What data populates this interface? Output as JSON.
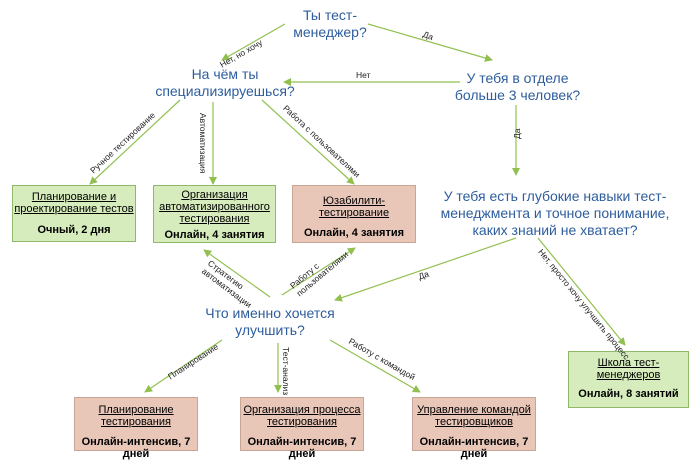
{
  "questions": {
    "q1": "Ты тест-\nменеджер?",
    "q2": "На чём ты\nспециализируешься?",
    "q3": "У тебя в отделе\nбольше 3 человек?",
    "q4": "У тебя есть глубокие навыки тест-\nменеджмента и точное понимание,\nкаких знаний не хватает?",
    "q5": "Что именно хочется\nулучшить?"
  },
  "boxes": {
    "planning": {
      "title": "Планирование и\nпроектирование тестов",
      "meta": "Очный, 2 дня"
    },
    "automation": {
      "title": "Организация\nавтоматизированного\nтестирования",
      "meta": "Онлайн, 4 занятия"
    },
    "usability": {
      "title": "Юзабилити-\nтестирование",
      "meta": "Онлайн, 4 занятия"
    },
    "school": {
      "title": "Школа тест-\nменеджеров",
      "meta": "Онлайн, 8 занятий"
    },
    "planning_intensive": {
      "title": "Планирование\nтестирования",
      "meta": "Онлайн-интенсив, 7 дней"
    },
    "process": {
      "title": "Организация процесса\nтестирования",
      "meta": "Онлайн-интенсив, 7 дней"
    },
    "team": {
      "title": "Управление командой\nтестировщиков",
      "meta": "Онлайн-интенсив, 7 дней"
    }
  },
  "edge_labels": {
    "no_dont_want": "Нет, но хочу",
    "yes": "Да",
    "no": "Нет",
    "yes2": "Да",
    "manual": "Ручное тестирование",
    "automation": "Автоматизация",
    "user_work": "Работа с пользователями",
    "yes3": "Да",
    "no_school": "Нет, просто хочу улучшить процесс",
    "strategy": "Стратегию\nавтоматизации",
    "user_work2": "Работу с\nпользователями",
    "planning": "Планирование",
    "test_analysis": "Тест-анализ",
    "team_work": "Работу с командой"
  },
  "colors": {
    "arrow": "#92c050",
    "question_text": "#2e5d9e",
    "green_box": "#d6ecbd",
    "pink_box": "#e8c6b8"
  }
}
